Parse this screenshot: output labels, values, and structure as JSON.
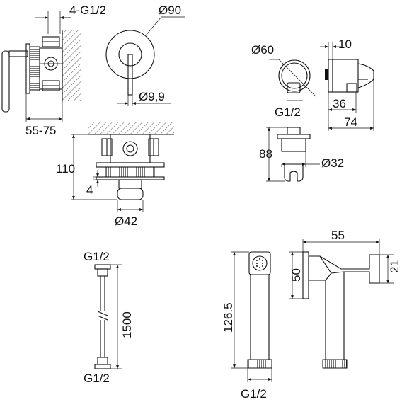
{
  "labels": {
    "valve_thread": "4-G1/2",
    "valve_plate_dia": "Ø90",
    "valve_spindle_dia": "Ø9,9",
    "valve_depth": "55-75",
    "valve_height": "110",
    "valve_plate_thick": "4",
    "valve_body_dia": "Ø42",
    "holder_dia": "Ø60",
    "holder_depth": "10",
    "holder_depth2": "36",
    "holder_length": "74",
    "holder_thread": "G1/2",
    "holder_height": "88",
    "holder_outlet_dia": "Ø32",
    "hose_top_thread": "G1/2",
    "hose_length": "1500",
    "hose_bottom_thread": "G1/2",
    "spray_length": "126.5",
    "spray_thread": "G1/2",
    "spray_width": "55",
    "spray_head_height": "50",
    "spray_head_depth": "21"
  }
}
